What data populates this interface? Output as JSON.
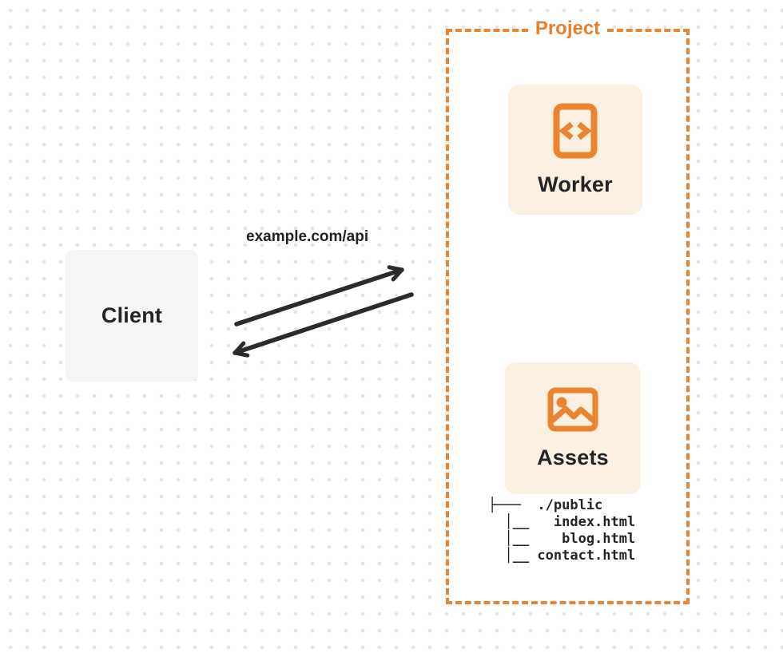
{
  "diagram": {
    "client": {
      "label": "Client"
    },
    "request_label": "example.com/api",
    "project": {
      "label": "Project",
      "nodes": [
        {
          "id": "worker",
          "label": "Worker",
          "icon": "code-file-icon"
        },
        {
          "id": "assets",
          "label": "Assets",
          "icon": "image-icon"
        }
      ],
      "file_tree": {
        "root": "./public",
        "files": [
          "index.html",
          "blog.html",
          "contact.html"
        ],
        "lines": [
          "├───  ./public",
          "  │__   index.html",
          "  │__    blog.html",
          "  │__ contact.html"
        ]
      }
    },
    "arrows": [
      {
        "name": "request-arrow",
        "direction": "client-to-project"
      },
      {
        "name": "response-arrow",
        "direction": "project-to-client"
      }
    ],
    "colors": {
      "accent_orange": "#EB8430",
      "project_label_orange": "#E8802B",
      "node_card_bg": "#FBF0E1",
      "client_box_bg": "#F5F5F6",
      "arrow_dark": "#2B2B2B",
      "text_dark": "#222428",
      "dot_grid": "#E5E5E7"
    }
  }
}
